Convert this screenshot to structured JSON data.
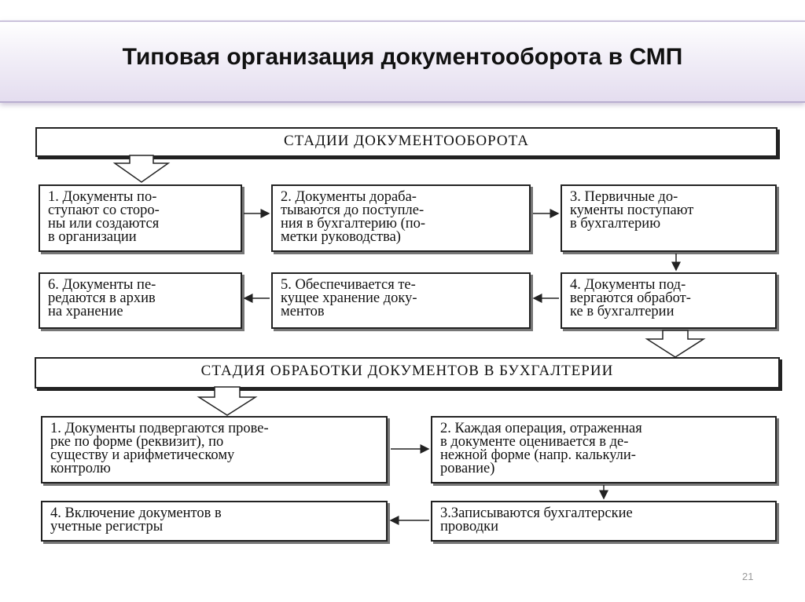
{
  "title": "Типовая организация документооборота в СМП",
  "stage1": "СТАДИИ ДОКУМЕНТООБОРОТА",
  "stage2": "СТАДИЯ ОБРАБОТКИ ДОКУМЕНТОВ В БУХГАЛТЕРИИ",
  "steps1": [
    [
      "1. Документы по-",
      "ступают со сторо-",
      "ны или создаются",
      "в организации"
    ],
    [
      "2. Документы дораба-",
      "тываются до поступле-",
      "ния в бухгалтерию (по-",
      "метки руководства)"
    ],
    [
      "3. Первичные до-",
      "кументы поступают",
      "в бухгалтерию"
    ],
    [
      "4. Документы под-",
      "вергаются обработ-",
      "ке в бухгалтерии"
    ],
    [
      "5. Обеспечивается те-",
      "кущее хранение доку-",
      "ментов"
    ],
    [
      "6. Документы пе-",
      "редаются в архив",
      "на хранение"
    ]
  ],
  "steps2": [
    [
      "1. Документы подвергаются прове-",
      "рке по форме (реквизит), по",
      "существу и арифметическому",
      "контролю"
    ],
    [
      "2. Каждая операция, отраженная",
      "в документе оценивается в де-",
      "нежной форме (напр. калькули-",
      "рование)"
    ],
    [
      "3.Записываются бухгалтерские",
      "проводки"
    ],
    [
      "4. Включение документов в",
      "учетные регистры"
    ]
  ],
  "page_number": "21"
}
